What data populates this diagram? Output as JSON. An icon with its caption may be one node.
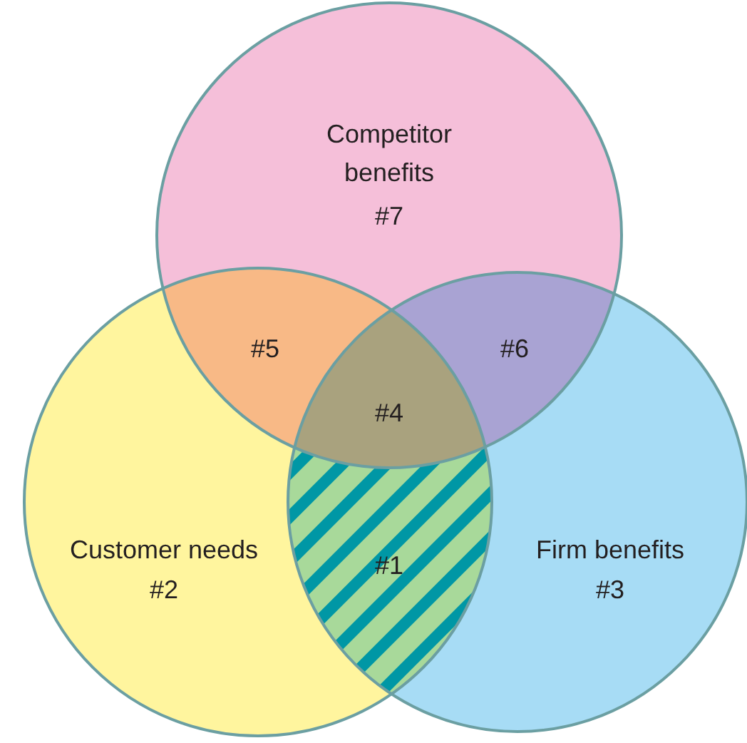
{
  "diagram": {
    "nodes": [
      {
        "text": [
          "Competitor benefits",
          "#7"
        ]
      },
      {
        "text": [
          "Customer needs",
          "#2"
        ]
      },
      {
        "text": [
          "Firm benefits",
          "#3"
        ]
      }
    ],
    "labels": [
      "#5",
      "#6",
      "#4",
      "#1"
    ]
  }
}
